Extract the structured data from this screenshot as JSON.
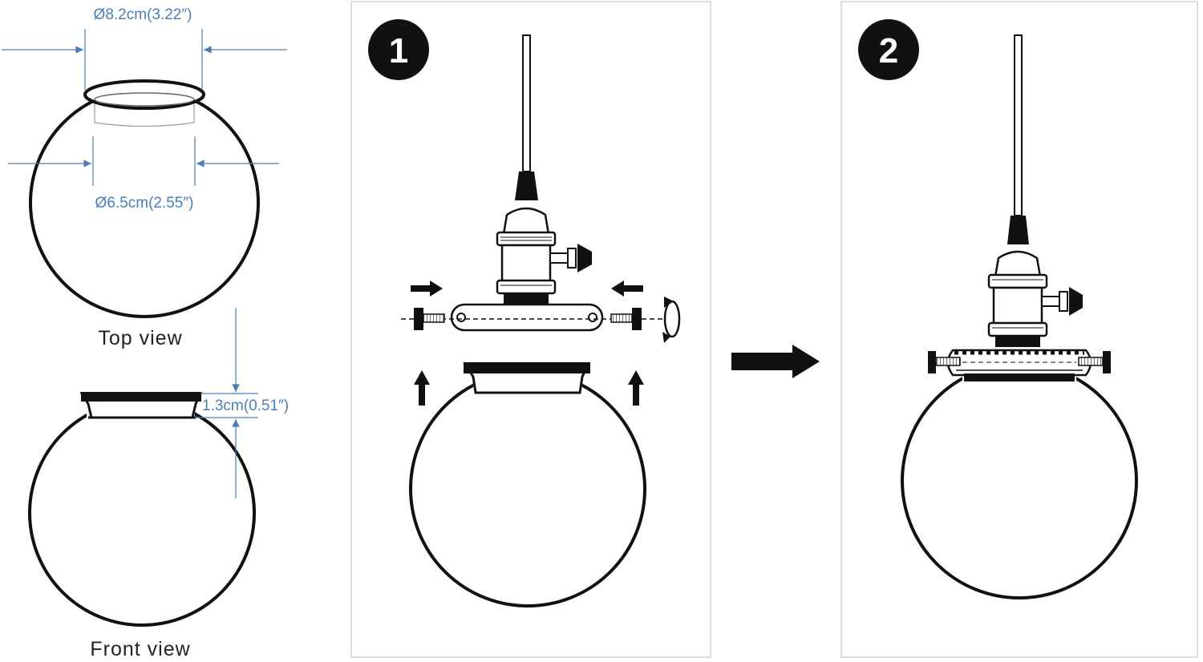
{
  "dimensions": {
    "outer_diameter": "Ø8.2cm(3.22″)",
    "inner_diameter": "Ø6.5cm(2.55″)",
    "neck_height": "1.3cm(0.51″)"
  },
  "views": {
    "top": "Top view",
    "front": "Front view"
  },
  "steps": [
    {
      "number": "1"
    },
    {
      "number": "2"
    }
  ],
  "colors": {
    "dimension": "#4a7fb5",
    "line": "#111111",
    "panel_border": "#bbbbbb"
  },
  "icons": [
    "arrow-right-icon",
    "rotate-icon",
    "arrow-up-icon",
    "screw-icon"
  ]
}
